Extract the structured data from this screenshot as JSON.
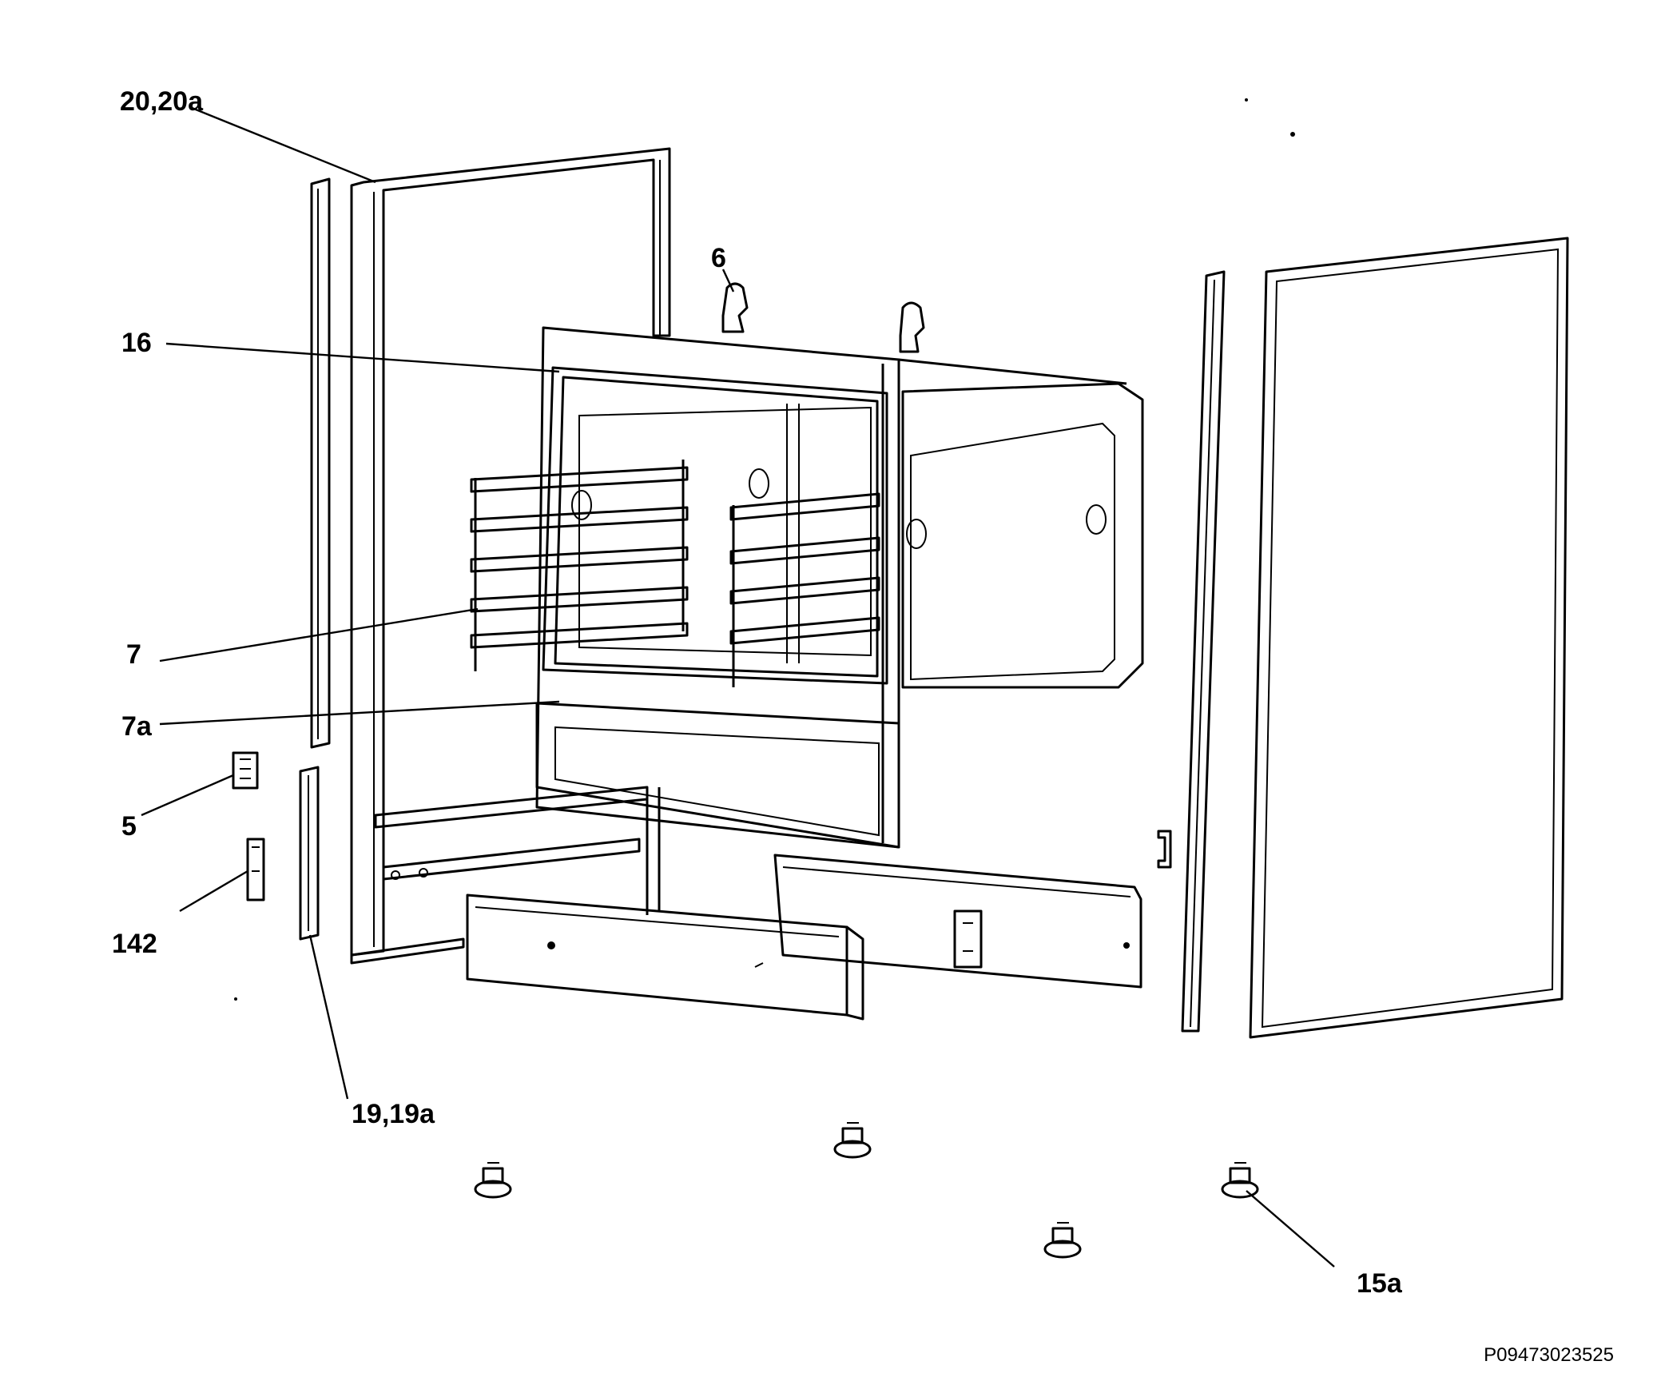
{
  "diagram": {
    "labels": {
      "l20": "20,20a",
      "l16": "16",
      "l6": "6",
      "l7": "7",
      "l7a": "7a",
      "l5": "5",
      "l142": "142",
      "l19": "19,19a",
      "l15a": "15a"
    },
    "code": "P09473023525"
  }
}
